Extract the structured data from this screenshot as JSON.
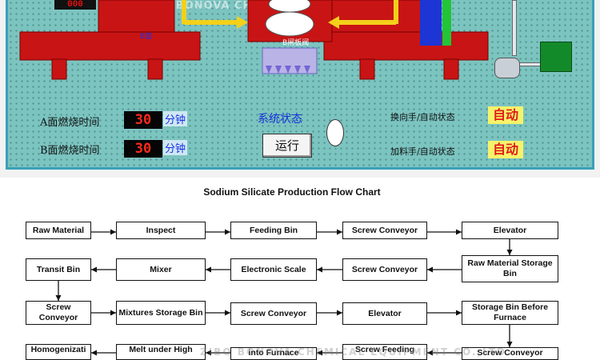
{
  "scada": {
    "top_counter": "000",
    "watermark": "ZIBO BONOVA CHEMICAL EQUIPMENT CO.,LTD",
    "a_burn_label": "A面燃烧时间",
    "b_burn_label": "B面燃烧时间",
    "a_burn_value": "30",
    "b_burn_value": "30",
    "unit": "分钟",
    "system_status_label": "系统状态",
    "run_button": "运行",
    "switch_label_1": "换向手/自动状态",
    "switch_label_2": "加料手/自动状态",
    "auto_1": "自动",
    "auto_2": "自动",
    "b_side_tag": "B面",
    "b_gate_tag": "B闸板阀",
    "colors": {
      "panel": "#7cc4c0",
      "furnace": "#c81414",
      "arrow": "#f3d01a",
      "auto_badge": "#f6f36a"
    }
  },
  "flow": {
    "title": "Sodium Silicate Production Flow Chart",
    "rows": [
      [
        "Raw Material",
        "Inspect",
        "Feeding Bin",
        "Screw Conveyor",
        "Elevator"
      ],
      [
        "Transit Bin",
        "Mixer",
        "Electronic Scale",
        "Screw Conveyor",
        "Raw Material Storage Bin"
      ],
      [
        "Screw Conveyor",
        "Mixtures Storage Bin",
        "Screw Conveyor",
        "Elevator",
        "Storage Bin Before Furnace"
      ],
      [
        "Homogenizati",
        "Melt under High",
        "into Furnace",
        "Screw Feeding",
        "Screw Conveyor"
      ]
    ],
    "watermark": "ZIBO BONOVA CHEMICAL EQUIPMENT CO.,LTD"
  }
}
